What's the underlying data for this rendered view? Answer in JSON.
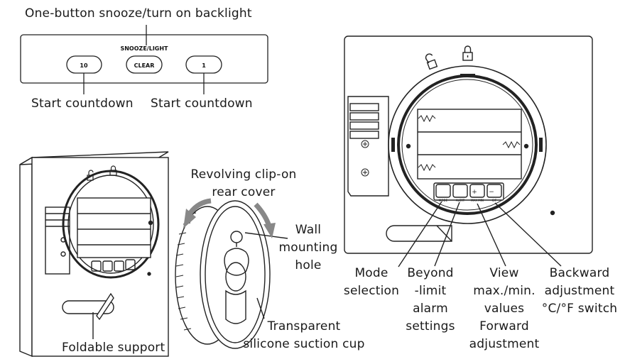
{
  "top_panel": {
    "caption": "One-button snooze/turn on backlight",
    "panel_label": "SNOOZE/LIGHT",
    "buttons": [
      "10",
      "CLEAR",
      "1"
    ],
    "left_caption": "Start countdown",
    "right_caption": "Start countdown"
  },
  "left_device": {
    "foldable_support": "Foldable support"
  },
  "rear_cover": {
    "revolving_clip": [
      "Revolving clip-on",
      "rear cover"
    ],
    "wall_hole": [
      "Wall",
      "mounting",
      "hole"
    ],
    "suction_cup": [
      "Transparent",
      "silicone suction cup"
    ]
  },
  "right_device": {
    "button_tags": [
      "MODE",
      "ALERT",
      "MAX MIN",
      "C/F"
    ],
    "button_symbols": [
      "",
      "",
      "+",
      "−"
    ],
    "callouts": {
      "mode": [
        "Mode",
        "selection"
      ],
      "alert": [
        "Beyond",
        "-limit",
        "alarm",
        "settings"
      ],
      "view": [
        "View",
        "max./min.",
        "values",
        "Forward",
        "adjustment"
      ],
      "backward": [
        "Backward",
        "adjustment",
        "°C/°F switch"
      ]
    }
  },
  "icons": {
    "unlock": "unlocked-padlock-icon",
    "lock": "locked-padlock-icon",
    "screw": "screw-icon"
  }
}
